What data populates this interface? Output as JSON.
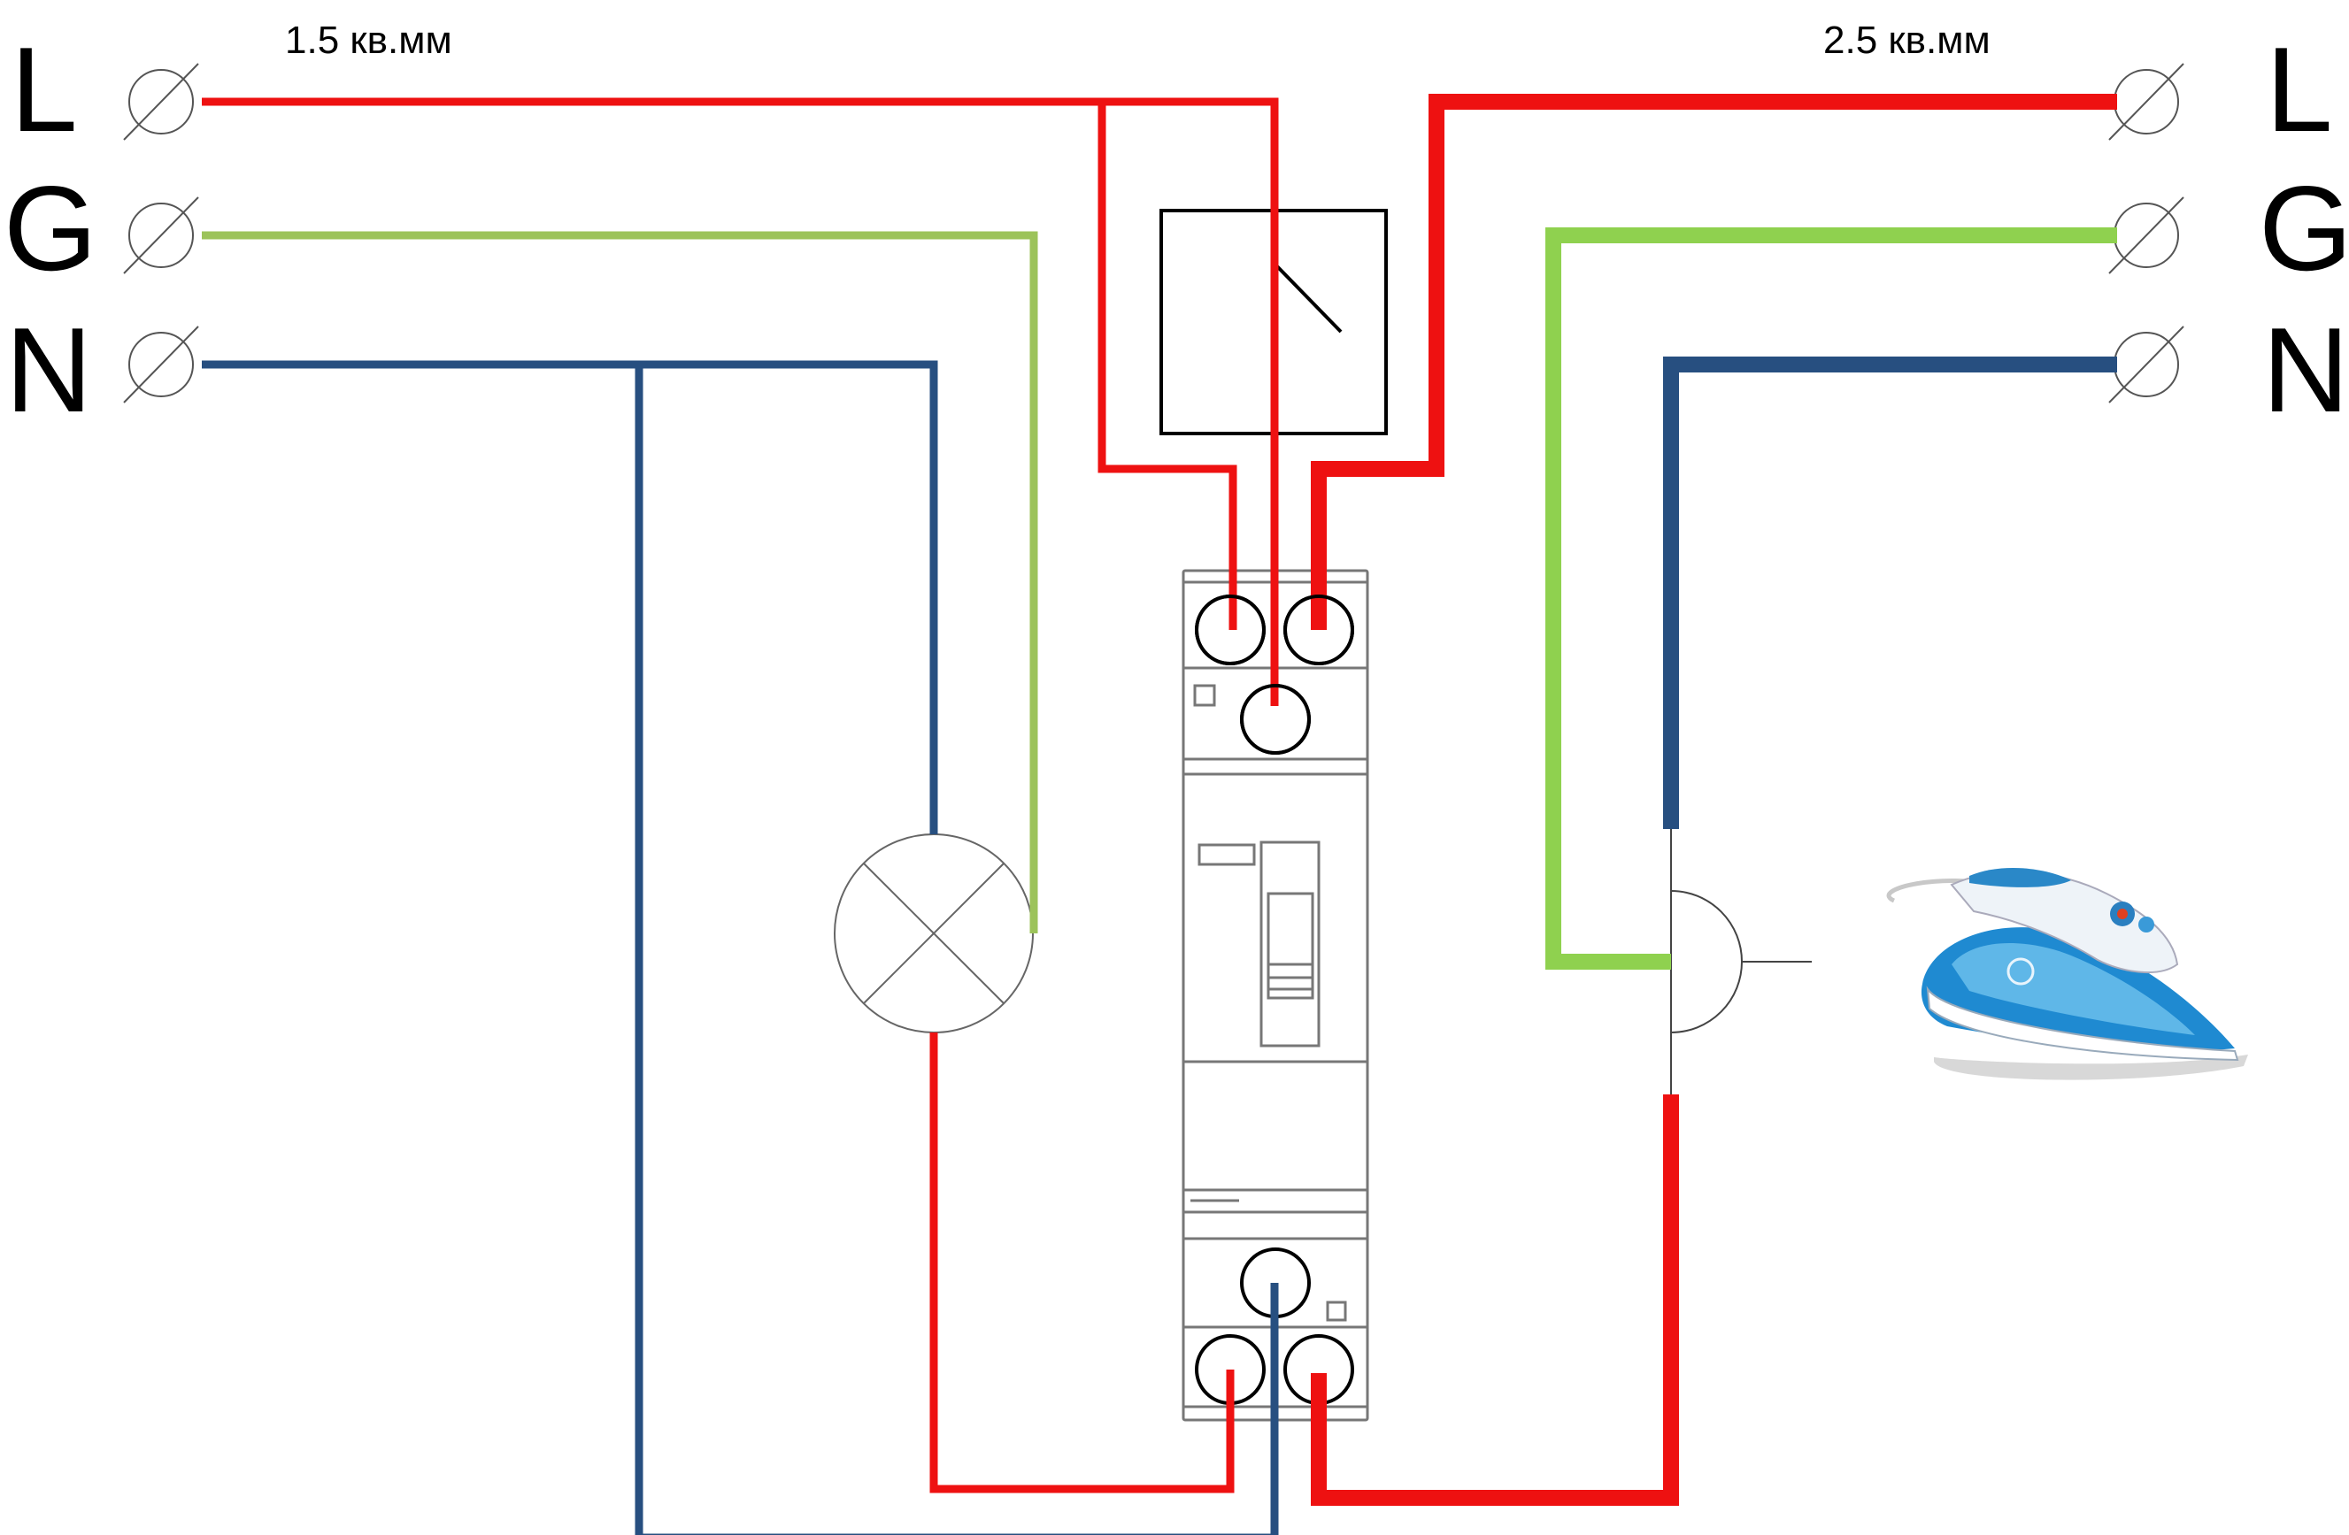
{
  "left_terminals": {
    "gauge_label": "1.5 кв.мм",
    "labels": [
      "L",
      "G",
      "N"
    ]
  },
  "right_terminals": {
    "gauge_label": "2.5 кв.мм",
    "labels": [
      "L",
      "G",
      "N"
    ]
  },
  "colors": {
    "phase": "#ee1111",
    "ground": "#9cc35a",
    "ground_bright": "#8fd14f",
    "neutral": "#274f80",
    "device_outline": "#888888"
  },
  "icons": {
    "lamp": "lamp-cross-symbol",
    "switch": "single-pole-switch-symbol",
    "socket": "socket-symbol",
    "load": "steam-iron-icon",
    "terminal": "terminal-screw-icon"
  }
}
